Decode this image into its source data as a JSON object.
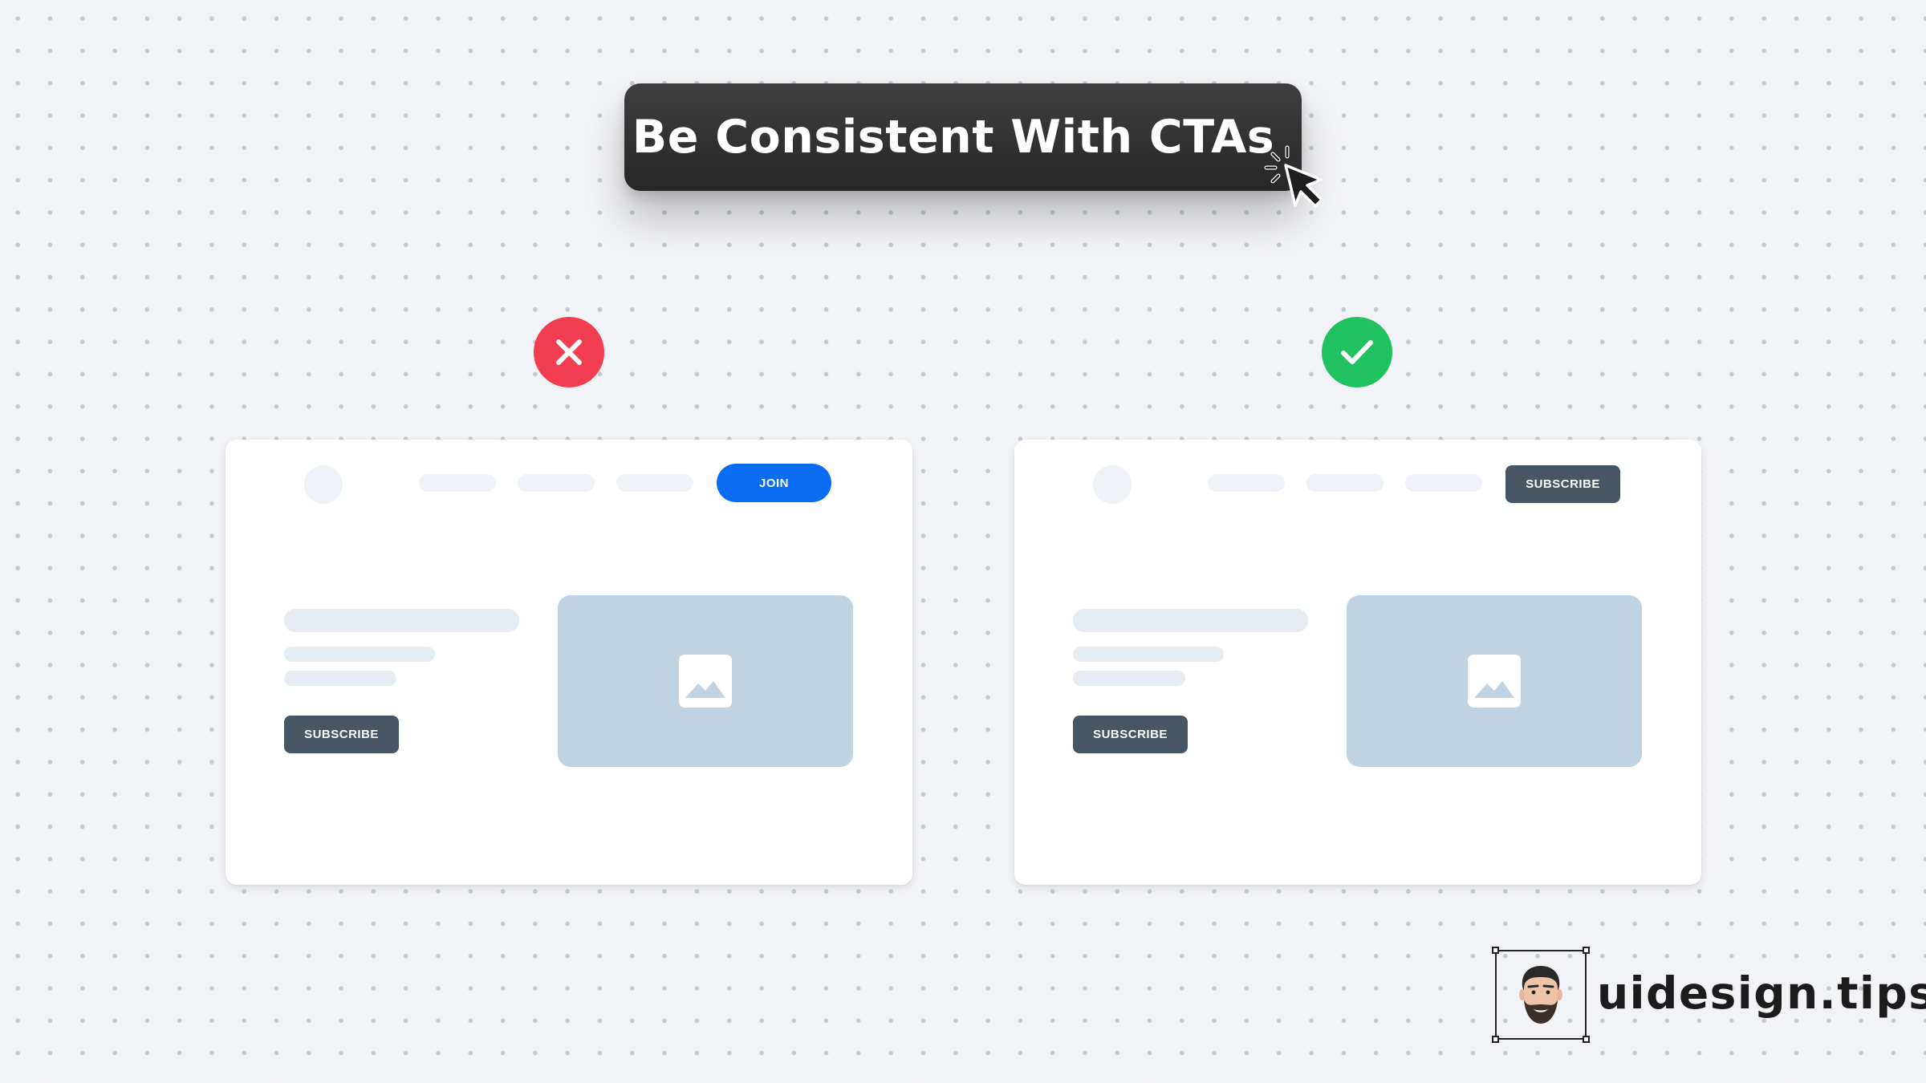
{
  "title": "Be Consistent With CTAs",
  "examples": {
    "bad": {
      "status_icon": "cross-icon",
      "status_color": "#f23c4f",
      "nav_cta_label": "JOIN",
      "nav_cta_color": "#0a6cf2",
      "body_cta_label": "SUBSCRIBE",
      "body_cta_color": "#465664"
    },
    "good": {
      "status_icon": "check-icon",
      "status_color": "#1fc25f",
      "nav_cta_label": "SUBSCRIBE",
      "nav_cta_color": "#465664",
      "body_cta_label": "SUBSCRIBE",
      "body_cta_color": "#465664"
    }
  },
  "brand": {
    "name": "uidesign.tips",
    "avatar_icon": "author-avatar-icon"
  },
  "icons": {
    "title": "click-cursor-icon",
    "placeholder": "image-placeholder-icon"
  }
}
